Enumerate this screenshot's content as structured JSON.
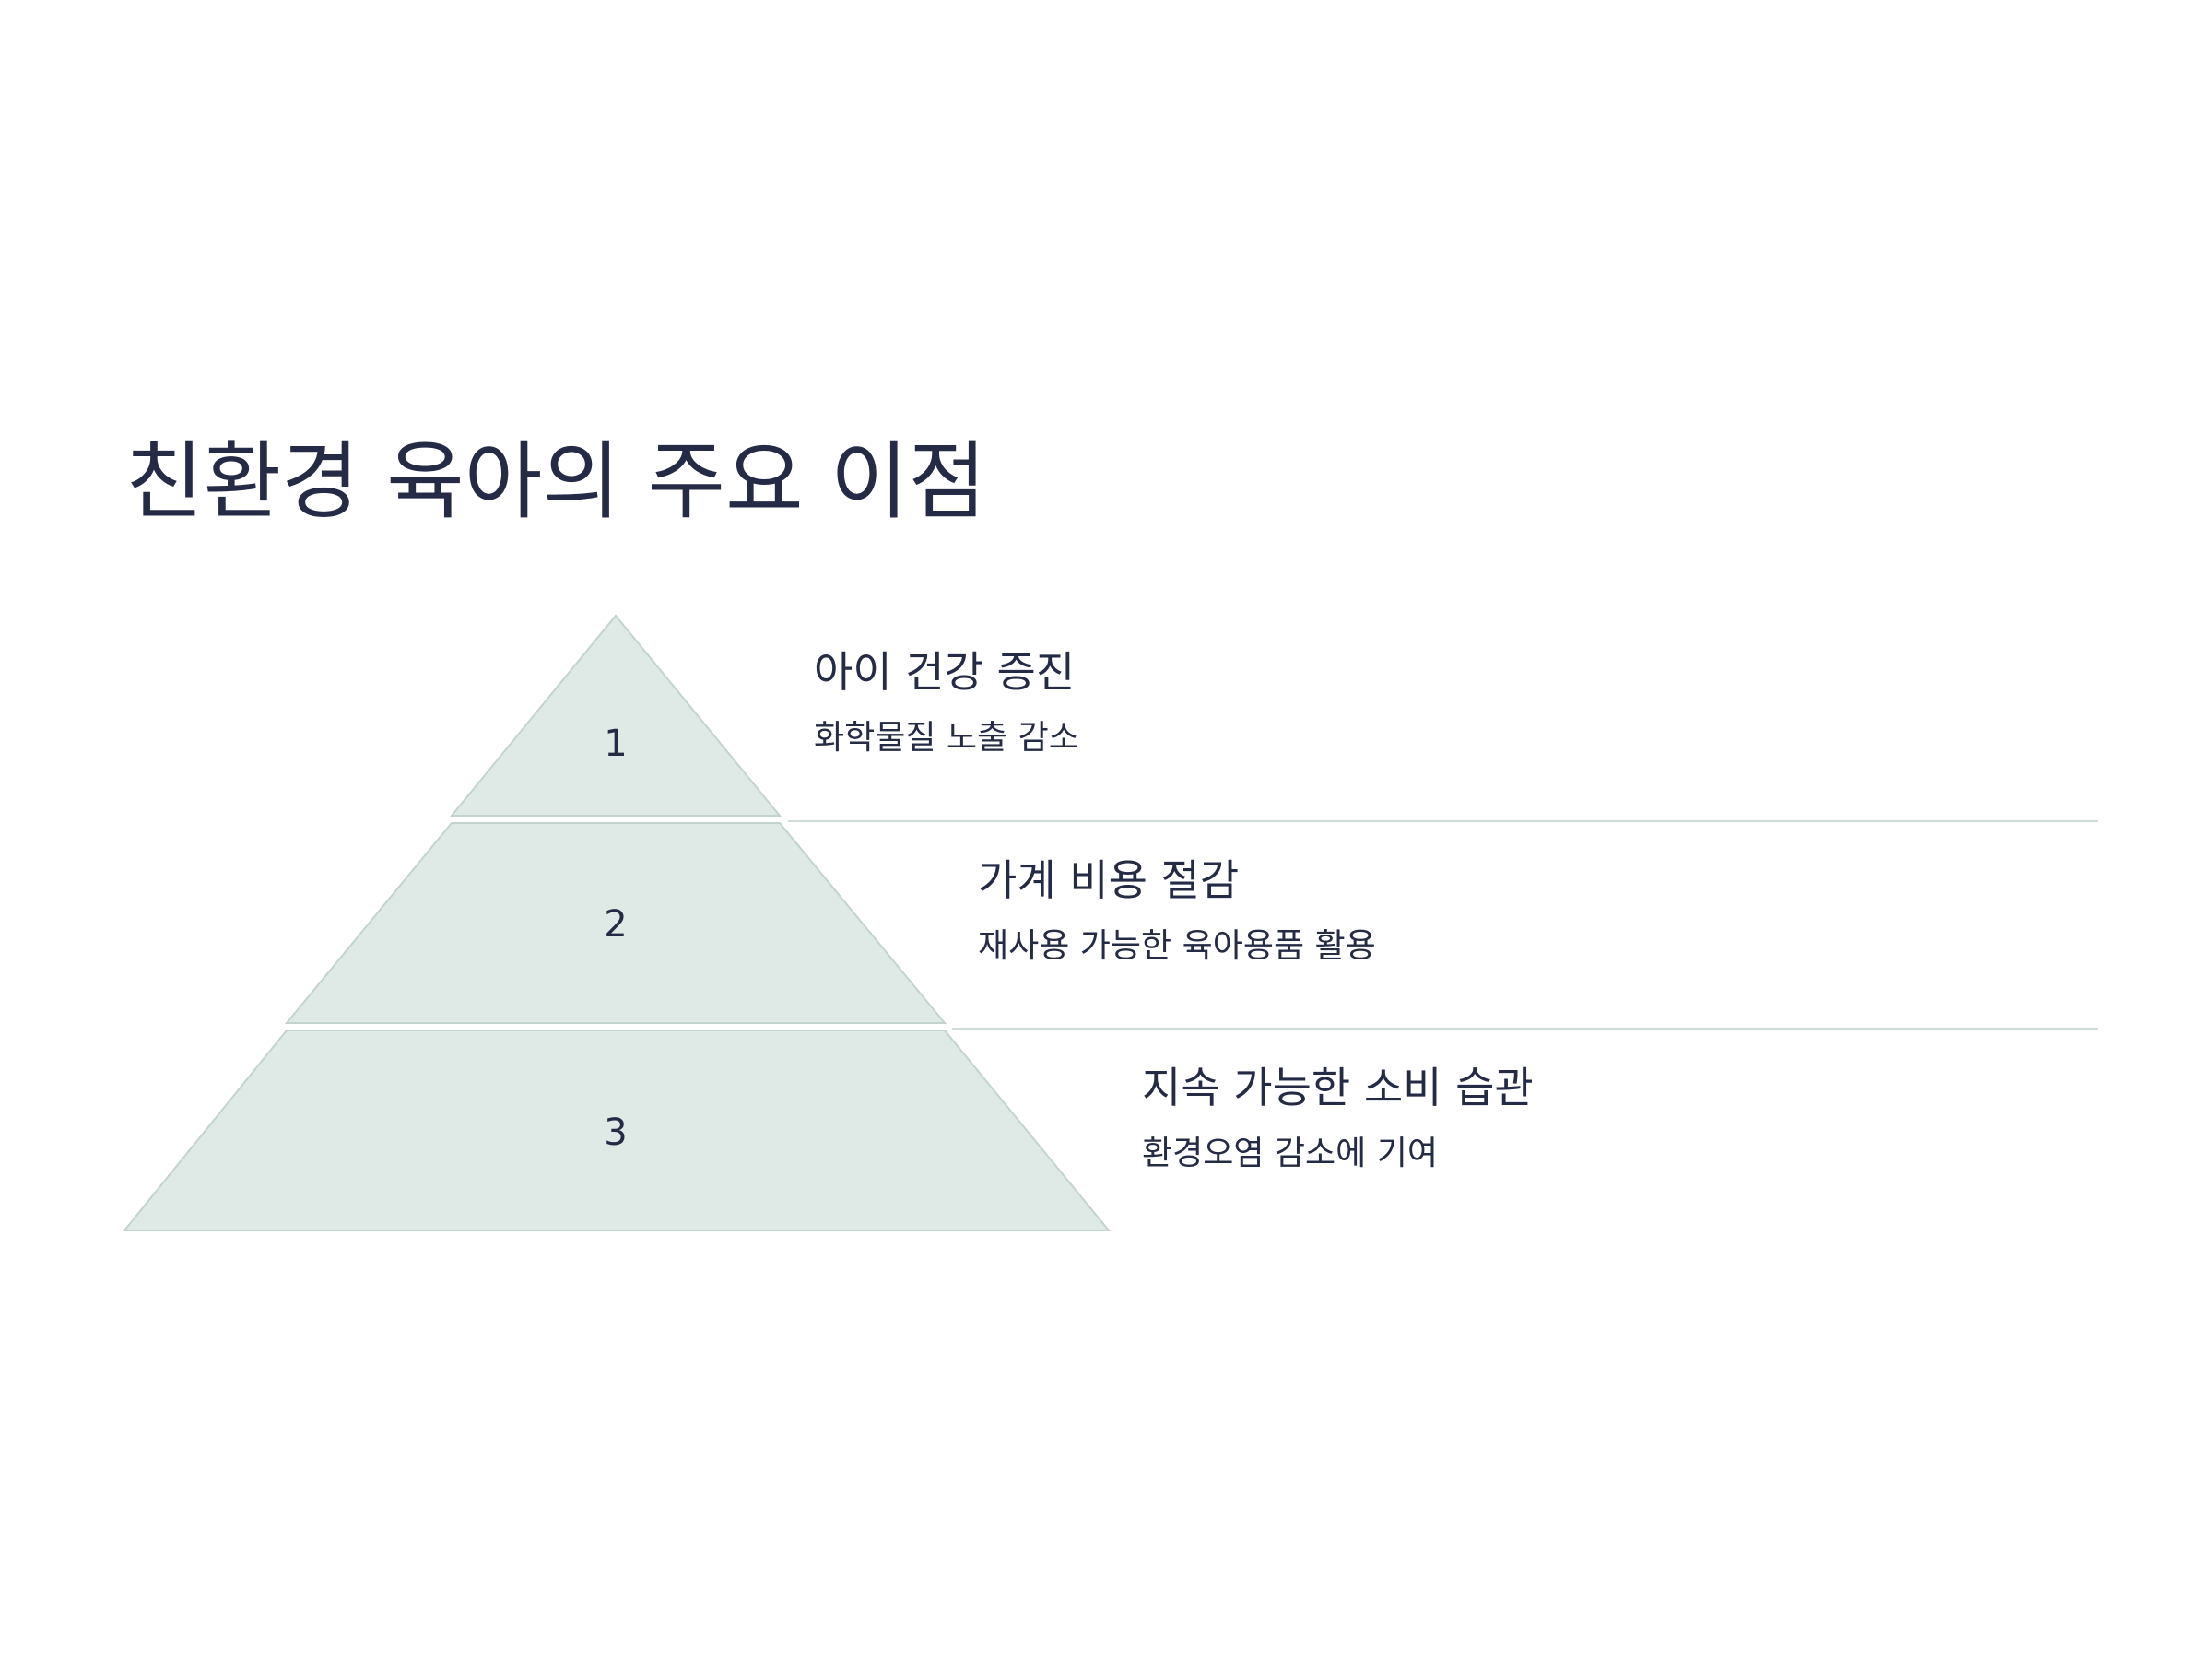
{
  "title": "친환경 육아의 주요 이점",
  "colors": {
    "text": "#262b45",
    "pyramid_fill": "#dfe9e6",
    "pyramid_stroke": "#c3d3cf",
    "divider": "#cfdcd8",
    "background": "#ffffff"
  },
  "levels": [
    {
      "number": "1",
      "heading": "아이 건강 증진",
      "description": "화학물질 노출 감소"
    },
    {
      "number": "2",
      "heading": "가계 비용 절감",
      "description": "재사용 가능한 육아용품 활용"
    },
    {
      "number": "3",
      "heading": "지속 가능한 소비 습관",
      "description": "환경오염 감소에 기여"
    }
  ]
}
